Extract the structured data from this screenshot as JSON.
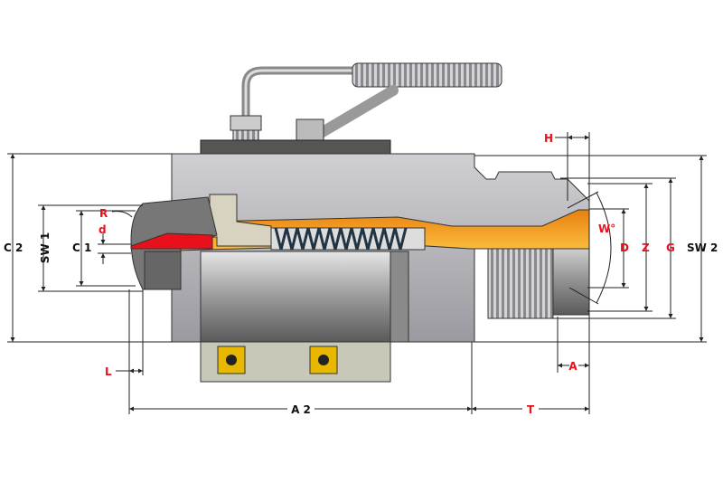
{
  "title": "Coupling cross-section dimension drawing",
  "colors": {
    "label_red": "#e8101a",
    "label_black": "#111111",
    "body_gray": "#b8b8bc",
    "orange": "#f39a1e",
    "red_part": "#e8101a",
    "beige": "#d8d2c0"
  },
  "labels": {
    "H": "H",
    "R": "R",
    "d": "d",
    "C2": "C 2",
    "SW1": "SW 1",
    "C1": "C 1",
    "W": "W°",
    "D": "D",
    "Z": "Z",
    "G": "G",
    "SW2": "SW 2",
    "L": "L",
    "A": "A",
    "A2": "A 2",
    "T": "T"
  }
}
